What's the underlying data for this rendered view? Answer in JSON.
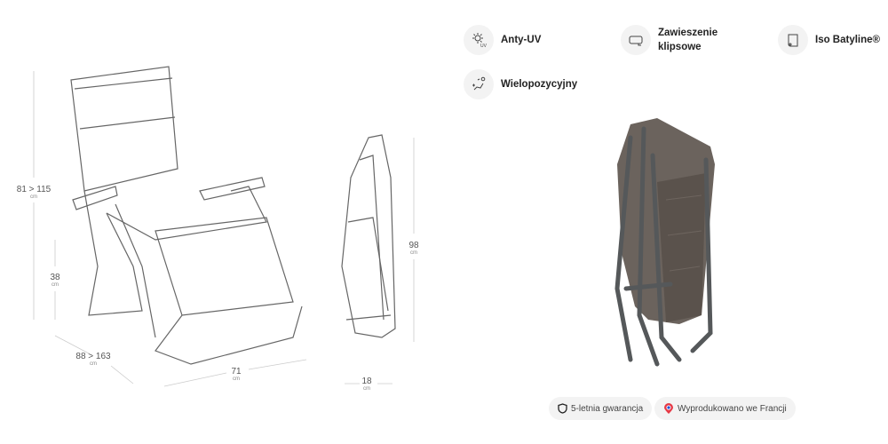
{
  "dimensions": {
    "height_range": "81 > 115",
    "seat_height": "38",
    "length_range": "88 > 163",
    "width": "71",
    "folded_depth": "18",
    "folded_height": "98",
    "unit": "cm"
  },
  "features": [
    {
      "icon": "sun-uv-icon",
      "label": "Anty-UV"
    },
    {
      "icon": "clip-suspension-icon",
      "label": "Zawieszenie klipsowe"
    },
    {
      "icon": "fabric-roll-icon",
      "label": "Iso Batyline®"
    },
    {
      "icon": "recline-positions-icon",
      "label": "Wielopozycyjny"
    }
  ],
  "badges": [
    {
      "icon": "shield-icon",
      "label": "5-letnia gwarancja"
    },
    {
      "icon": "france-pin-icon",
      "label": "Wyprodukowano we Francji"
    }
  ]
}
